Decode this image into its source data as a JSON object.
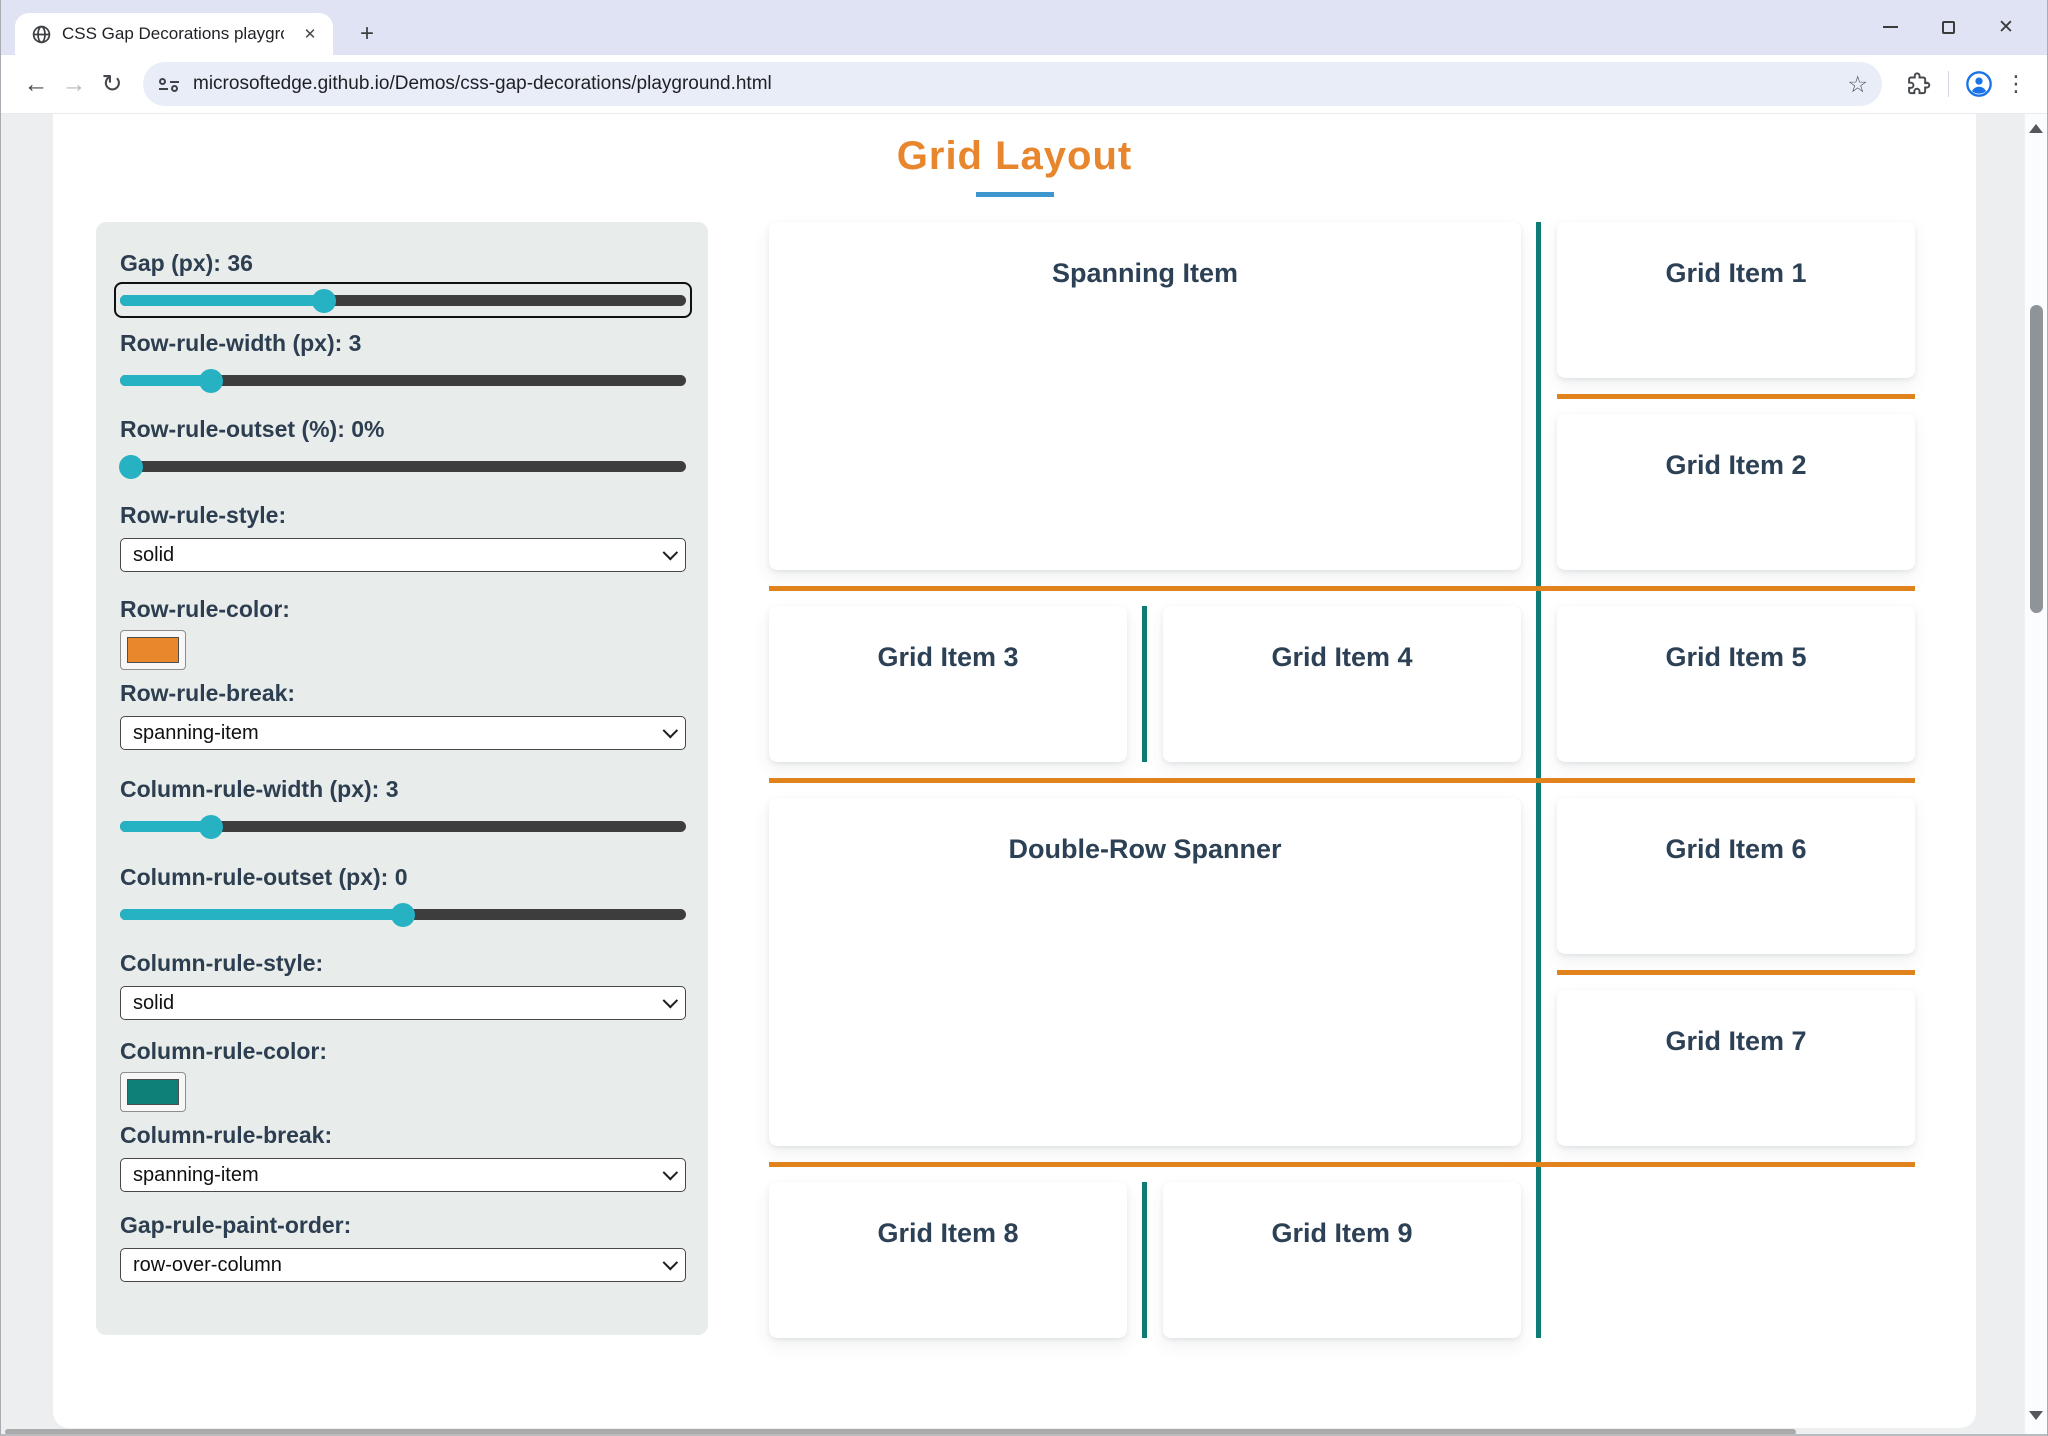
{
  "browser": {
    "tab_title": "CSS Gap Decorations playgroun",
    "url": "microsoftedge.github.io/Demos/css-gap-decorations/playground.html"
  },
  "page": {
    "title": "Grid Layout"
  },
  "controls": {
    "gap": {
      "label": "Gap (px): 36",
      "fill": "36%",
      "focused": true
    },
    "row_rule_width": {
      "label": "Row-rule-width (px): 3",
      "fill": "16%"
    },
    "row_rule_outset": {
      "label": "Row-rule-outset (%): 0%",
      "fill": "2%"
    },
    "row_rule_style": {
      "label": "Row-rule-style:",
      "value": "solid"
    },
    "row_rule_color": {
      "label": "Row-rule-color:",
      "value": "#e8872b"
    },
    "row_rule_break": {
      "label": "Row-rule-break:",
      "value": "spanning-item"
    },
    "column_rule_width": {
      "label": "Column-rule-width (px): 3",
      "fill": "16%"
    },
    "column_rule_outset": {
      "label": "Column-rule-outset (px): 0",
      "fill": "50%"
    },
    "column_rule_style": {
      "label": "Column-rule-style:",
      "value": "solid"
    },
    "column_rule_color": {
      "label": "Column-rule-color:",
      "value": "#0e8078"
    },
    "column_rule_break": {
      "label": "Column-rule-break:",
      "value": "spanning-item"
    },
    "gap_rule_paint_order": {
      "label": "Gap-rule-paint-order:",
      "value": "row-over-column"
    }
  },
  "grid": {
    "items": [
      {
        "label": "Spanning Item"
      },
      {
        "label": "Grid Item 1"
      },
      {
        "label": "Grid Item 2"
      },
      {
        "label": "Grid Item 3"
      },
      {
        "label": "Grid Item 4"
      },
      {
        "label": "Grid Item 5"
      },
      {
        "label": "Double-Row Spanner"
      },
      {
        "label": "Grid Item 6"
      },
      {
        "label": "Grid Item 7"
      },
      {
        "label": "Grid Item 8"
      },
      {
        "label": "Grid Item 9"
      }
    ]
  },
  "colors": {
    "title_orange": "#e8862e",
    "title_underline_blue": "#3e96d1",
    "row_rule_orange": "#e0831c",
    "column_rule_teal": "#0e7c74",
    "slider_teal": "#27b2c3",
    "panel_background": "#e8eceb",
    "card_text_navy": "#2d4156"
  }
}
